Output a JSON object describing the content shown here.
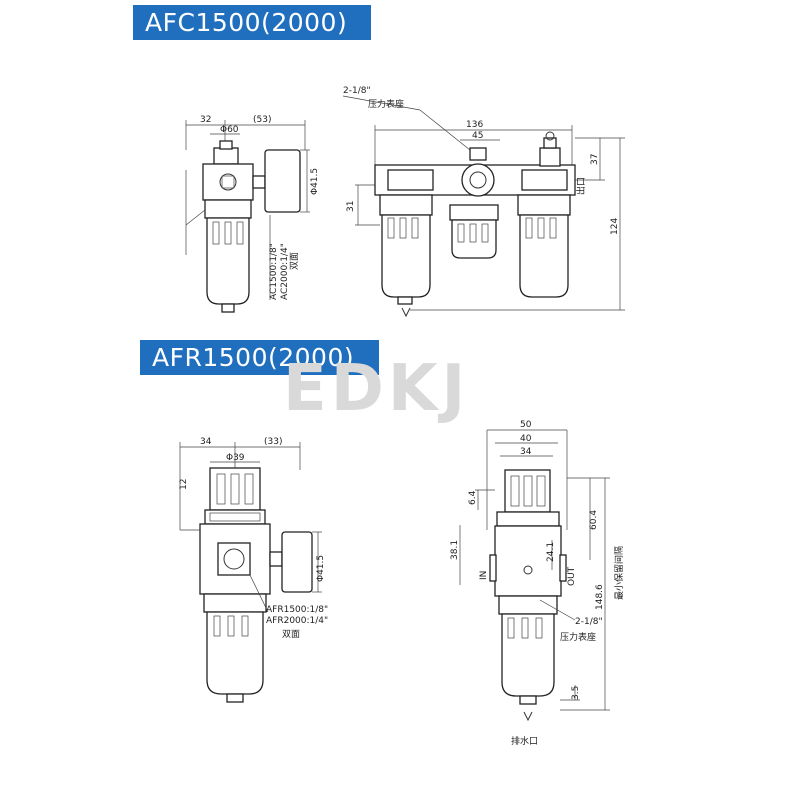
{
  "titles": {
    "top": "AFC1500(2000)",
    "bottom": "AFR1500(2000)"
  },
  "watermark": "EDKJ",
  "afc_side": {
    "dim_32": "32",
    "dim_53": "(53)",
    "dim_phi60": "Φ60",
    "dim_phi415": "Φ41.5",
    "port_label_1": "AC1500:1/8\"",
    "port_label_2": "AC2000:1/4\"",
    "double_side": "双面"
  },
  "afc_front": {
    "gauge_port": "2-1/8\"",
    "gauge_seat": "压力表座",
    "dim_136": "136",
    "dim_45": "45",
    "dim_37": "37",
    "dim_31": "31",
    "dim_124": "124",
    "outlet": "出口"
  },
  "afr_side": {
    "dim_34": "34",
    "dim_33": "(33)",
    "dim_phi39": "Φ39",
    "dim_12": "12",
    "dim_phi415": "Φ41.5",
    "port_label_1": "AFR1500:1/8\"",
    "port_label_2": "AFR2000:1/4\"",
    "double_side": "双面"
  },
  "afr_front": {
    "dim_50": "50",
    "dim_40": "40",
    "dim_34": "34",
    "dim_64": "6.4",
    "dim_381": "38.1",
    "dim_604": "60.4",
    "dim_241": "24.1",
    "dim_1486": "148.6",
    "dim_35": "3.5",
    "in_label": "IN",
    "out_label": "OUT",
    "gauge_port": "2-1/8\"",
    "gauge_seat": "压力表座",
    "drain": "排水口",
    "vertical_note": "最小保留间隔"
  }
}
